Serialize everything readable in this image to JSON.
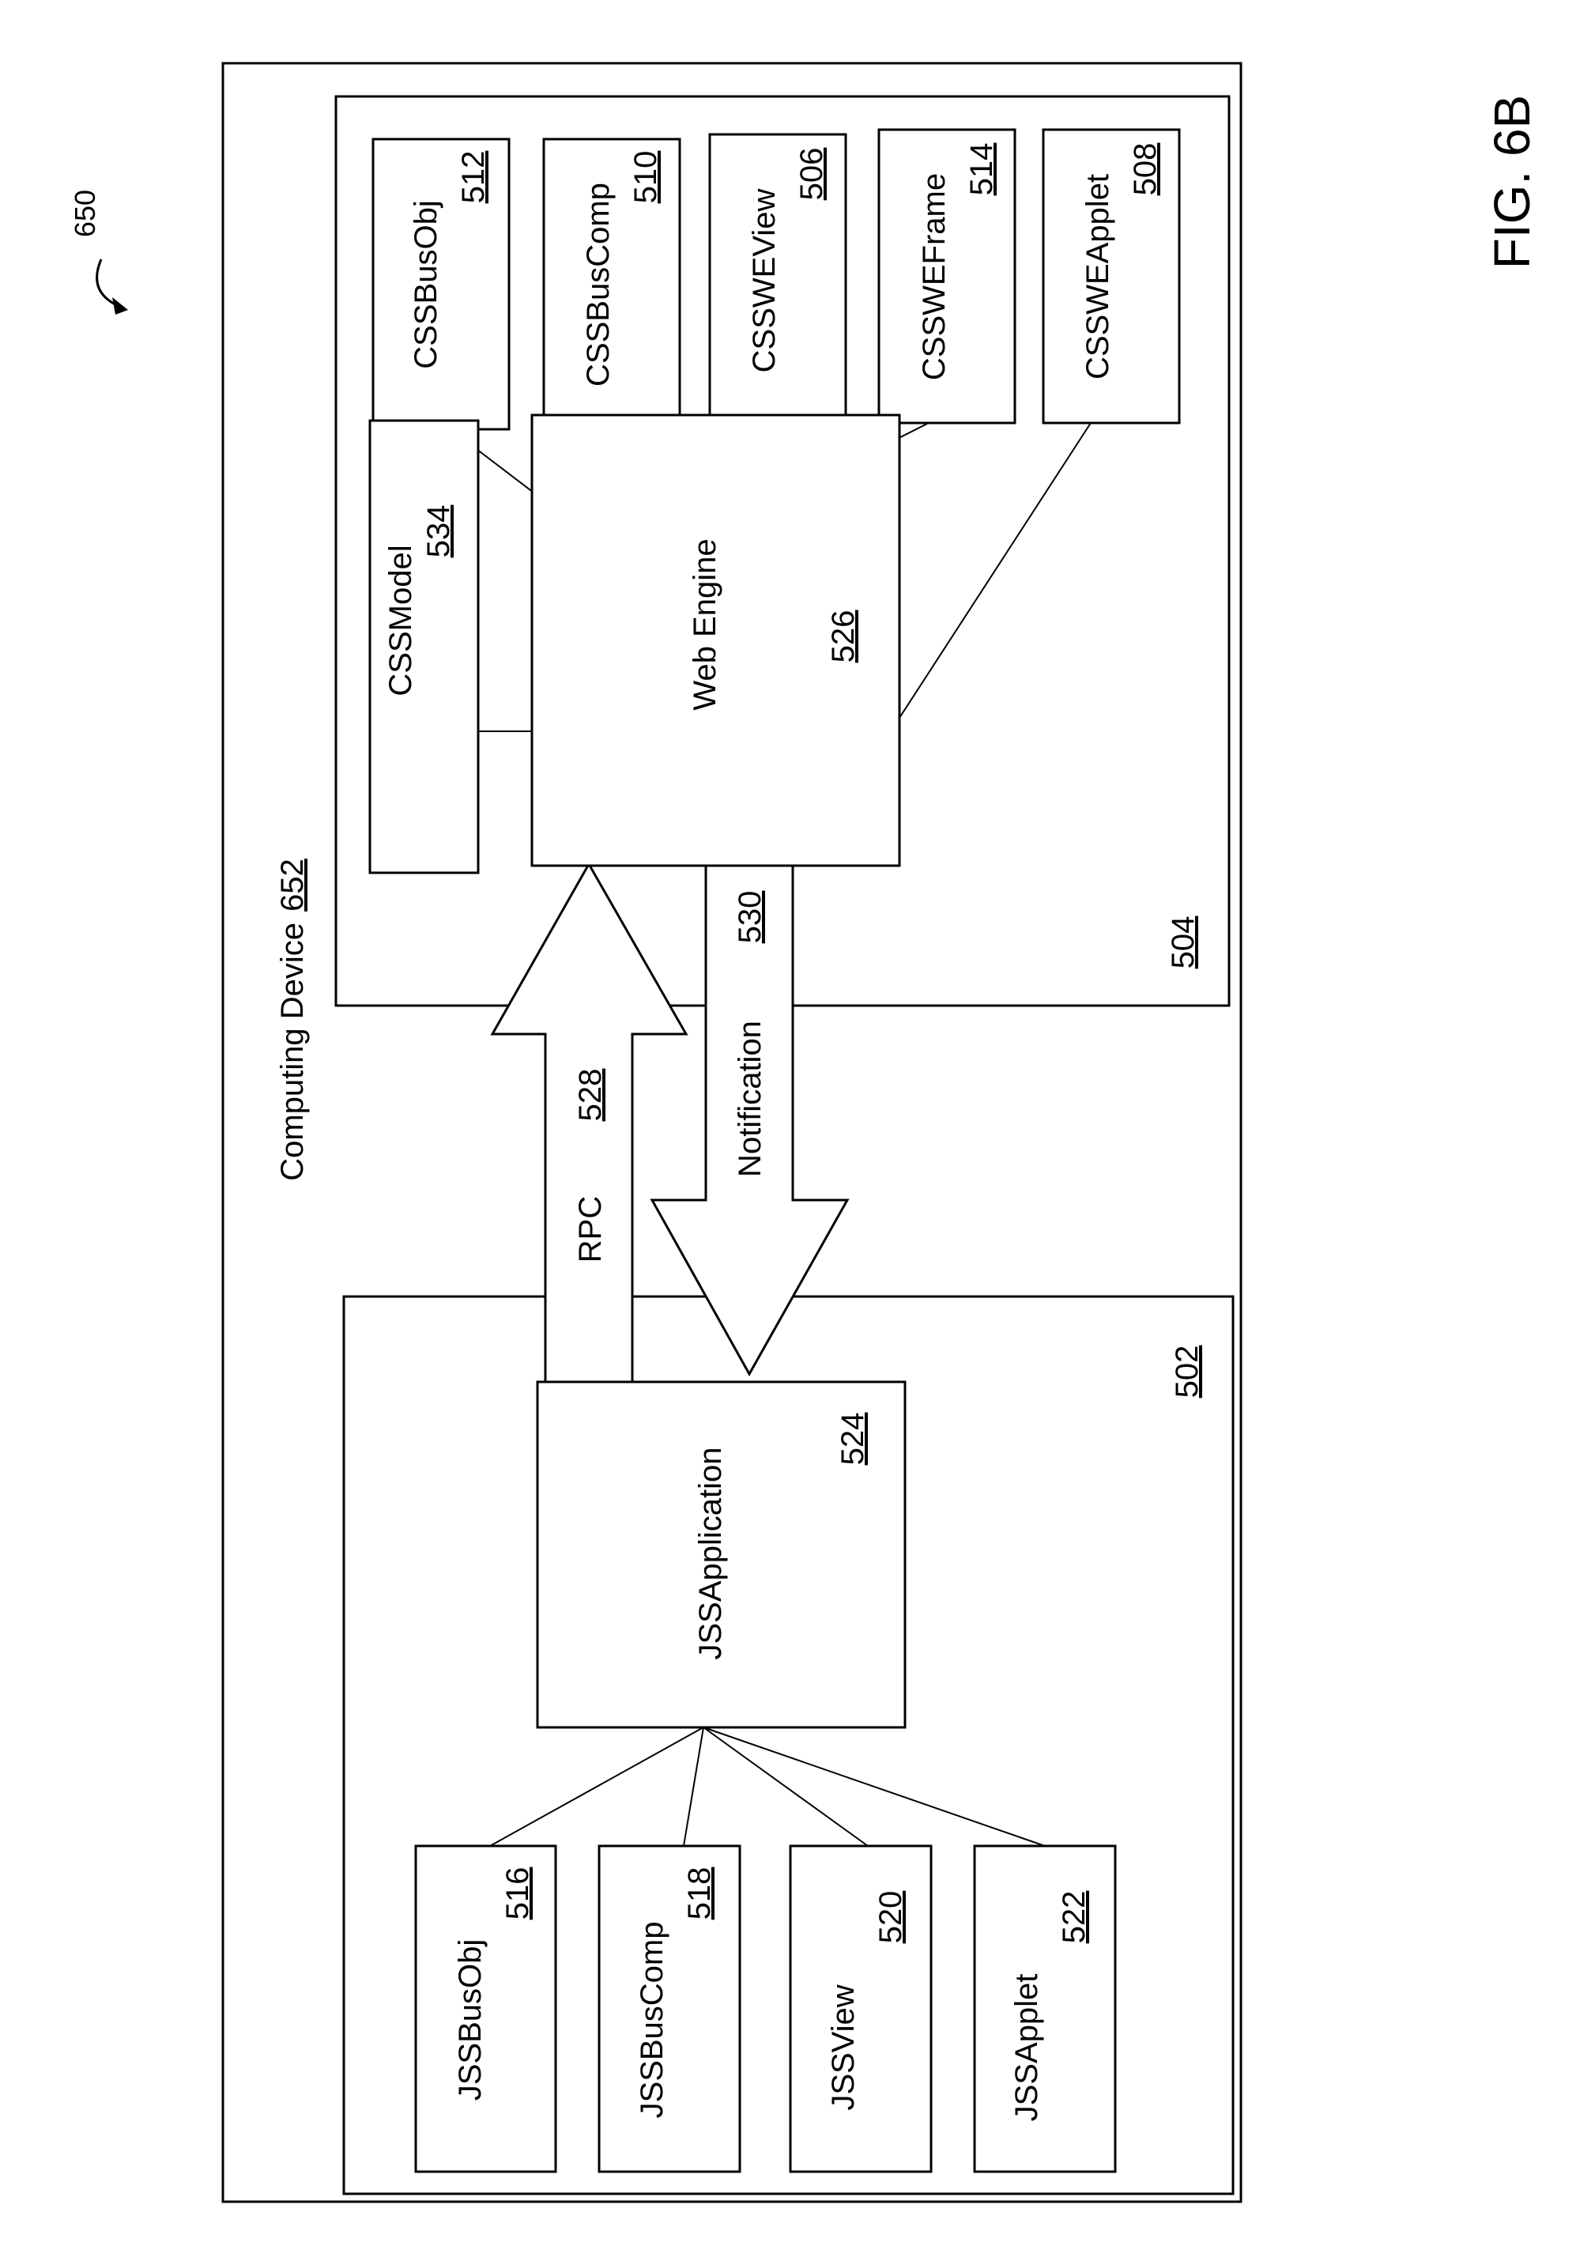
{
  "figure": {
    "label": "FIG. 6B",
    "ref": "650"
  },
  "device": {
    "label": "Computing Device",
    "num": "652"
  },
  "client": {
    "num": "502"
  },
  "server": {
    "num": "504"
  },
  "server_nodes": [
    {
      "label": "CSSBusObj",
      "num": "512"
    },
    {
      "label": "CSSBusComp",
      "num": "510"
    },
    {
      "label": "CSSWEView",
      "num": "506"
    },
    {
      "label": "CSSWEFrame",
      "num": "514"
    },
    {
      "label": "CSSWEApplet",
      "num": "508"
    }
  ],
  "css_model": {
    "label": "CSSModel",
    "num": "534"
  },
  "web_engine": {
    "label": "Web Engine",
    "num": "526"
  },
  "jss_application": {
    "label": "JSSApplication",
    "num": "524"
  },
  "client_nodes": [
    {
      "label": "JSSBusObj",
      "num": "516"
    },
    {
      "label": "JSSBusComp",
      "num": "518"
    },
    {
      "label": "JSSView",
      "num": "520"
    },
    {
      "label": "JSSApplet",
      "num": "522"
    }
  ],
  "rpc_arrow": {
    "label": "RPC",
    "num": "528"
  },
  "notification_arrow": {
    "label": "Notification",
    "num": "530"
  }
}
